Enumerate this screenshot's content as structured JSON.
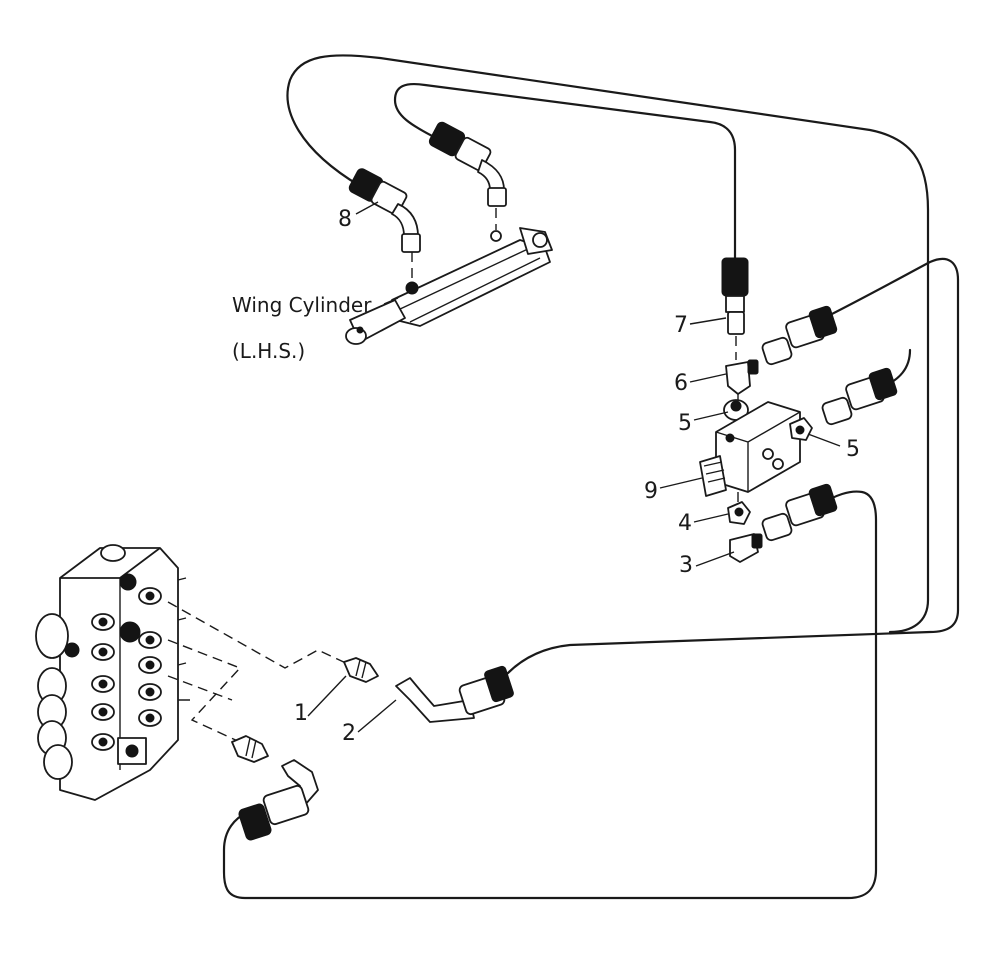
{
  "labels": {
    "wing_cylinder_line1": "Wing Cylinder",
    "wing_cylinder_line2": "(L.H.S.)"
  },
  "callouts": {
    "c1": "1",
    "c2": "2",
    "c3": "3",
    "c4": "4",
    "c5a": "5",
    "c5b": "5",
    "c6": "6",
    "c7": "7",
    "c8": "8",
    "c9": "9"
  },
  "colors": {
    "line": "#1a1a1a",
    "background": "#ffffff"
  }
}
